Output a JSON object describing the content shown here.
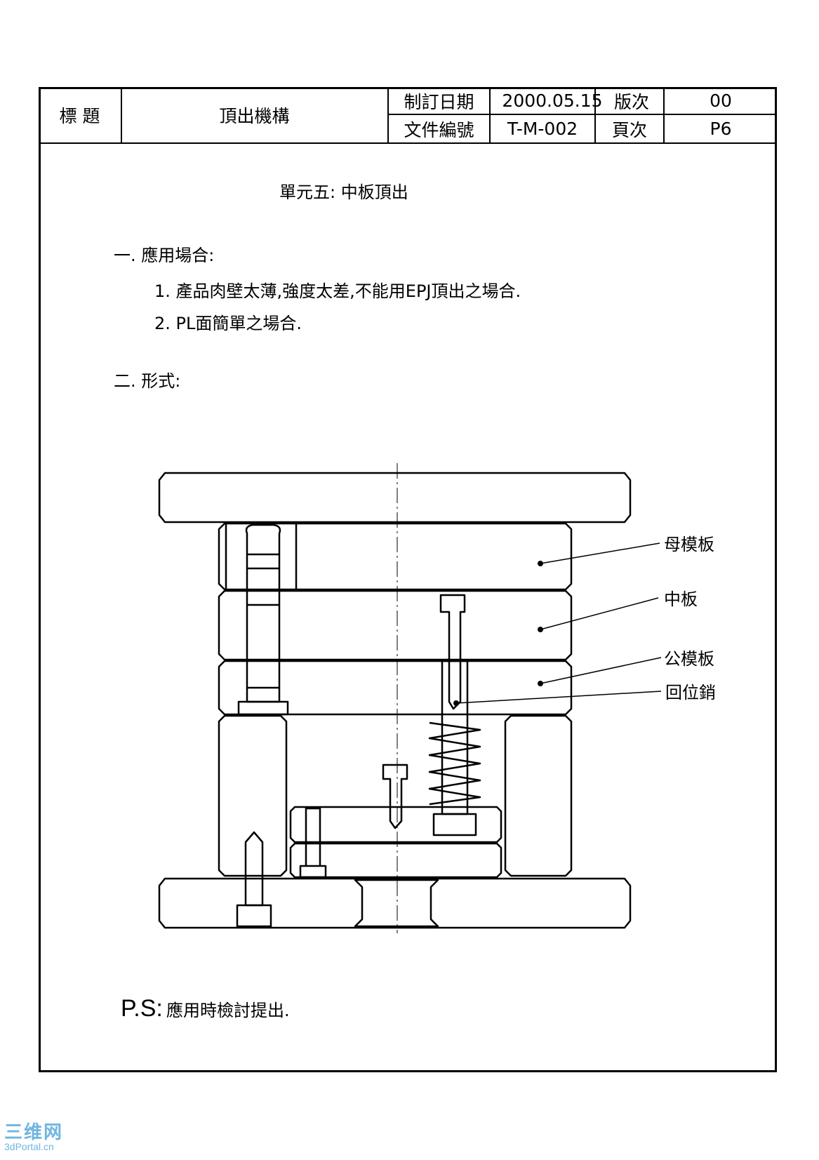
{
  "header": {
    "label_title": "標 題",
    "title": "頂出機構",
    "label_date": "制訂日期",
    "date": "2000.05.15",
    "label_version": "版次",
    "version": "00",
    "label_docno": "文件編號",
    "docno": "T-M-002",
    "label_page": "頁次",
    "page": "P6"
  },
  "unit_title": "單元五: 中板頂出",
  "section1": {
    "heading": "一. 應用場合:",
    "items": [
      "1. 產品肉壁太薄,強度太差,不能用EPJ頂出之場合.",
      "2. PL面簡單之場合."
    ]
  },
  "section2": {
    "heading": "二. 形式:"
  },
  "diagram": {
    "labels": [
      "母模板",
      "中板",
      "公模板",
      "回位銷"
    ]
  },
  "ps": {
    "prefix": "P.S:",
    "text": "應用時檢討提出."
  },
  "watermark": {
    "line1": "三维网",
    "line2": "3dPortal.cn"
  }
}
